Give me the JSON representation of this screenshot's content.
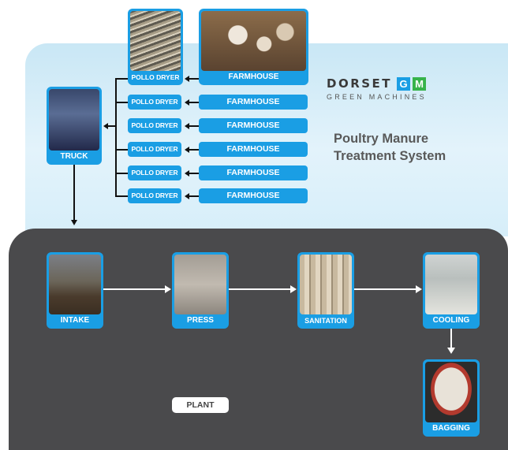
{
  "brand": {
    "word": "DORSET",
    "mark_letters": [
      "G",
      "M"
    ],
    "tagline": "GREEN MACHINES",
    "colors": {
      "g_box": "#1a9ee4",
      "m_box": "#37b34a"
    }
  },
  "title": {
    "line1": "Poultry Manure",
    "line2": "Treatment System"
  },
  "farm_stage": {
    "top_row": {
      "dryer": "POLLO DRYER",
      "farmhouse": "FARMHOUSE"
    },
    "rows": [
      {
        "dryer": "POLLO DRYER",
        "farmhouse": "FARMHOUSE"
      },
      {
        "dryer": "POLLO DRYER",
        "farmhouse": "FARMHOUSE"
      },
      {
        "dryer": "POLLO DRYER",
        "farmhouse": "FARMHOUSE"
      },
      {
        "dryer": "POLLO DRYER",
        "farmhouse": "FARMHOUSE"
      },
      {
        "dryer": "POLLO DRYER",
        "farmhouse": "FARMHOUSE"
      }
    ],
    "truck": "TRUCK"
  },
  "plant": {
    "label": "PLANT",
    "steps": [
      "INTAKE",
      "PRESS",
      "SANITATION",
      "COOLING",
      "BAGGING"
    ]
  },
  "colors": {
    "accent": "#1a9ee4",
    "plant_bg": "#4a4a4c",
    "farm_bg": "#d6eef9"
  }
}
